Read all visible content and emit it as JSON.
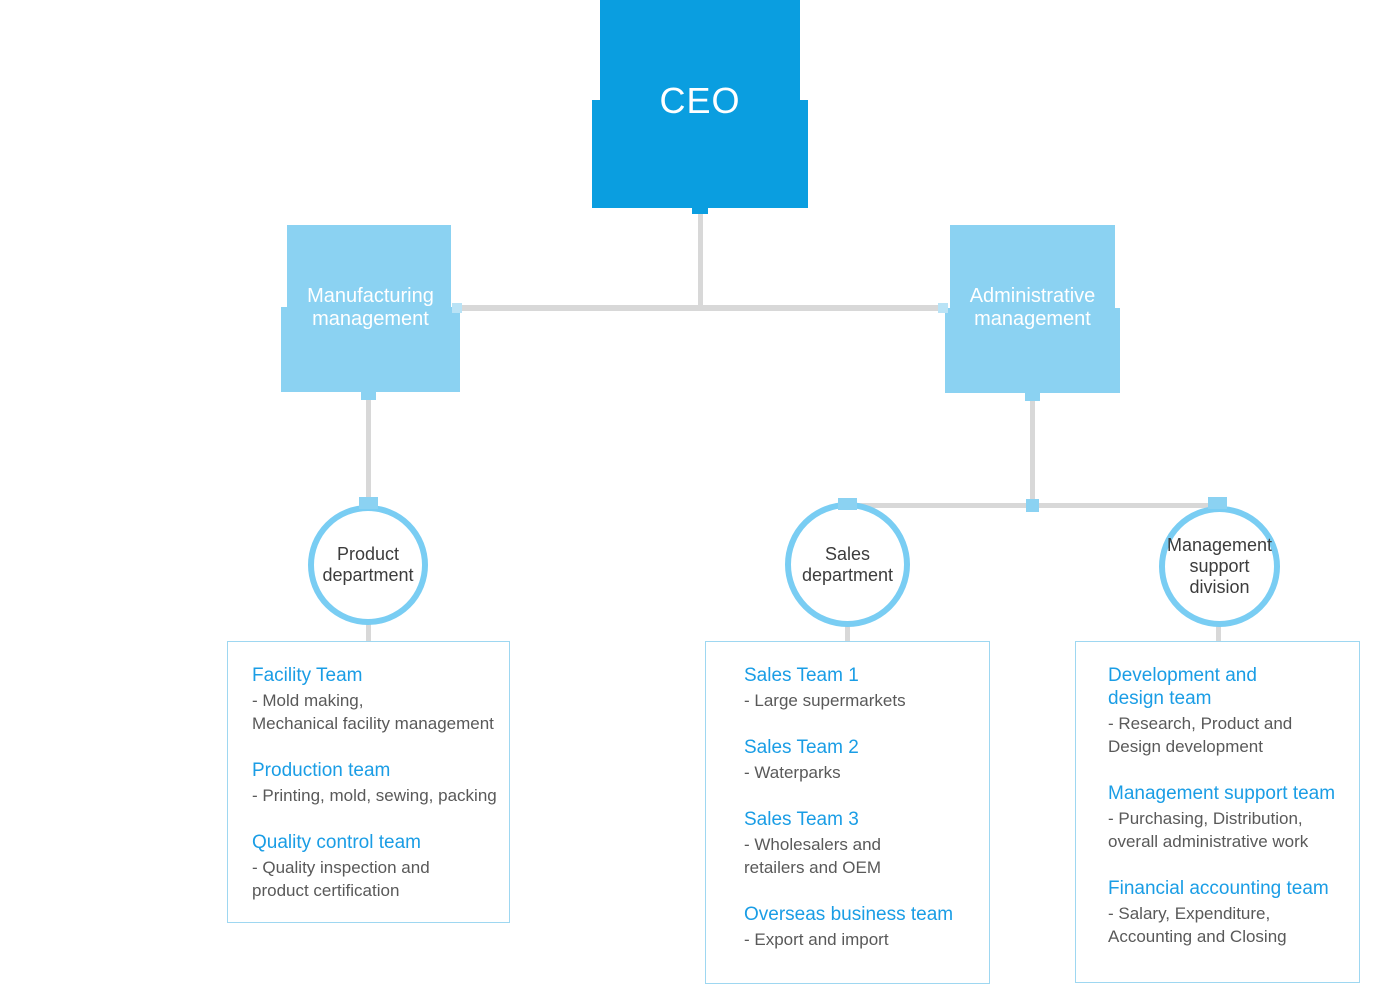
{
  "colors": {
    "primary_blue": "#0a9ee0",
    "light_blue": "#8bd2f2",
    "circle_border": "#79cdf3",
    "connector_gray": "#d8d8d8",
    "heading_blue": "#1a9de5",
    "body_gray": "#595959",
    "circle_text": "#3c3c3c",
    "box_border": "#9ed7f1"
  },
  "ceo": {
    "label": "CEO"
  },
  "managements": {
    "manufacturing": {
      "label": "Manufacturing management"
    },
    "administrative": {
      "label": "Administrative management"
    }
  },
  "departments": {
    "product": {
      "label": "Product department"
    },
    "sales": {
      "label": "Sales department"
    },
    "support": {
      "label": "Management support division"
    }
  },
  "team_boxes": {
    "product": {
      "teams": [
        {
          "name": "Facility Team",
          "desc": "- Mold making,\nMechanical facility management"
        },
        {
          "name": "Production team",
          "desc": "- Printing, mold, sewing, packing"
        },
        {
          "name": "Quality control team",
          "desc": "- Quality inspection and\nproduct certification"
        }
      ]
    },
    "sales": {
      "teams": [
        {
          "name": "Sales Team 1",
          "desc": "- Large supermarkets"
        },
        {
          "name": "Sales Team 2",
          "desc": "- Waterparks"
        },
        {
          "name": "Sales Team 3",
          "desc": "- Wholesalers and\nretailers and OEM"
        },
        {
          "name": "Overseas business team",
          "desc": "- Export and import"
        }
      ]
    },
    "support": {
      "teams": [
        {
          "name": "Development and\ndesign team",
          "desc": "- Research, Product and\nDesign development"
        },
        {
          "name": "Management support team",
          "desc": "- Purchasing, Distribution,\noverall administrative work"
        },
        {
          "name": "Financial accounting team",
          "desc": "- Salary, Expenditure,\nAccounting and Closing"
        }
      ]
    }
  }
}
